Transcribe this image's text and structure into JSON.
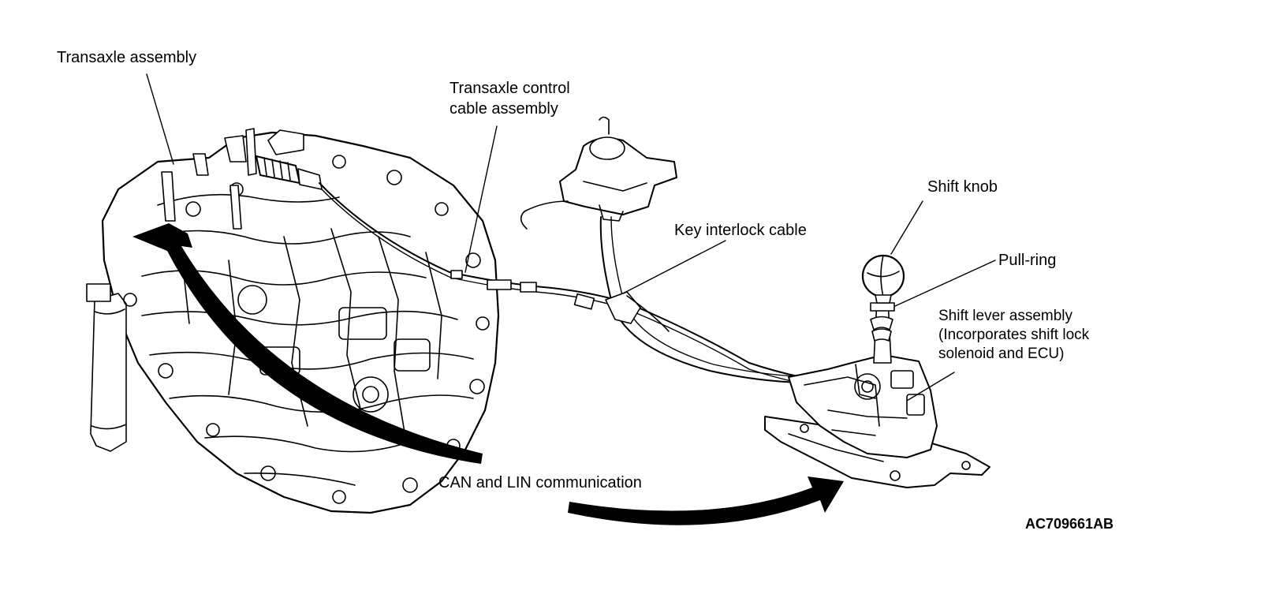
{
  "labels": {
    "transaxle_assembly": "Transaxle assembly",
    "control_cable_line1": "Transaxle control",
    "control_cable_line2": "cable assembly",
    "key_interlock_cable": "Key interlock cable",
    "shift_knob": "Shift knob",
    "pull_ring": "Pull-ring",
    "shift_lever_line1": "Shift lever assembly",
    "shift_lever_line2": "(Incorporates shift lock",
    "shift_lever_line3": "solenoid and ECU)",
    "can_lin": "CAN and LIN communication"
  },
  "figure_code": "AC709661AB"
}
